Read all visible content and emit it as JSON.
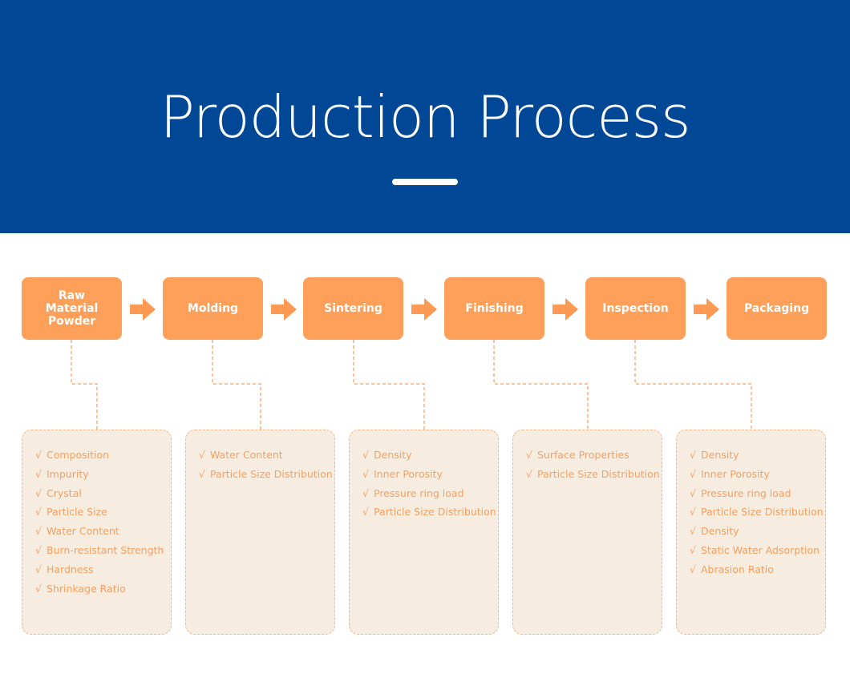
{
  "header": {
    "title": "Production Process"
  },
  "steps": [
    {
      "label": "Raw Material Powder"
    },
    {
      "label": "Molding"
    },
    {
      "label": "Sintering"
    },
    {
      "label": "Finishing"
    },
    {
      "label": "Inspection"
    },
    {
      "label": "Packaging"
    }
  ],
  "check_mark": "√",
  "panels": [
    {
      "items": [
        "Composition",
        "Impurity",
        "Crystal",
        "Particle Size",
        "Water Content",
        "Burn-resistant Strength",
        "Hardness",
        "Shrinkage Ratio"
      ]
    },
    {
      "items": [
        "Water Content",
        "Particle Size Distribution"
      ]
    },
    {
      "items": [
        "Density",
        "Inner Porosity",
        "Pressure ring load",
        "Particle Size Distribution"
      ]
    },
    {
      "items": [
        "Surface Properties",
        "Particle Size Distribution"
      ]
    },
    {
      "items": [
        "Density",
        "Inner Porosity",
        "Pressure ring load",
        "Particle Size Distribution",
        "Density",
        "Static Water Adsorption",
        "Abrasion Ratio"
      ]
    }
  ],
  "colors": {
    "header_bg": "#004895",
    "step_bg": "#ffa05a",
    "arrow": "#ff9a55",
    "panel_bg": "#f6ede0",
    "panel_border": "#f5b98c",
    "panel_text": "#f5a062"
  }
}
